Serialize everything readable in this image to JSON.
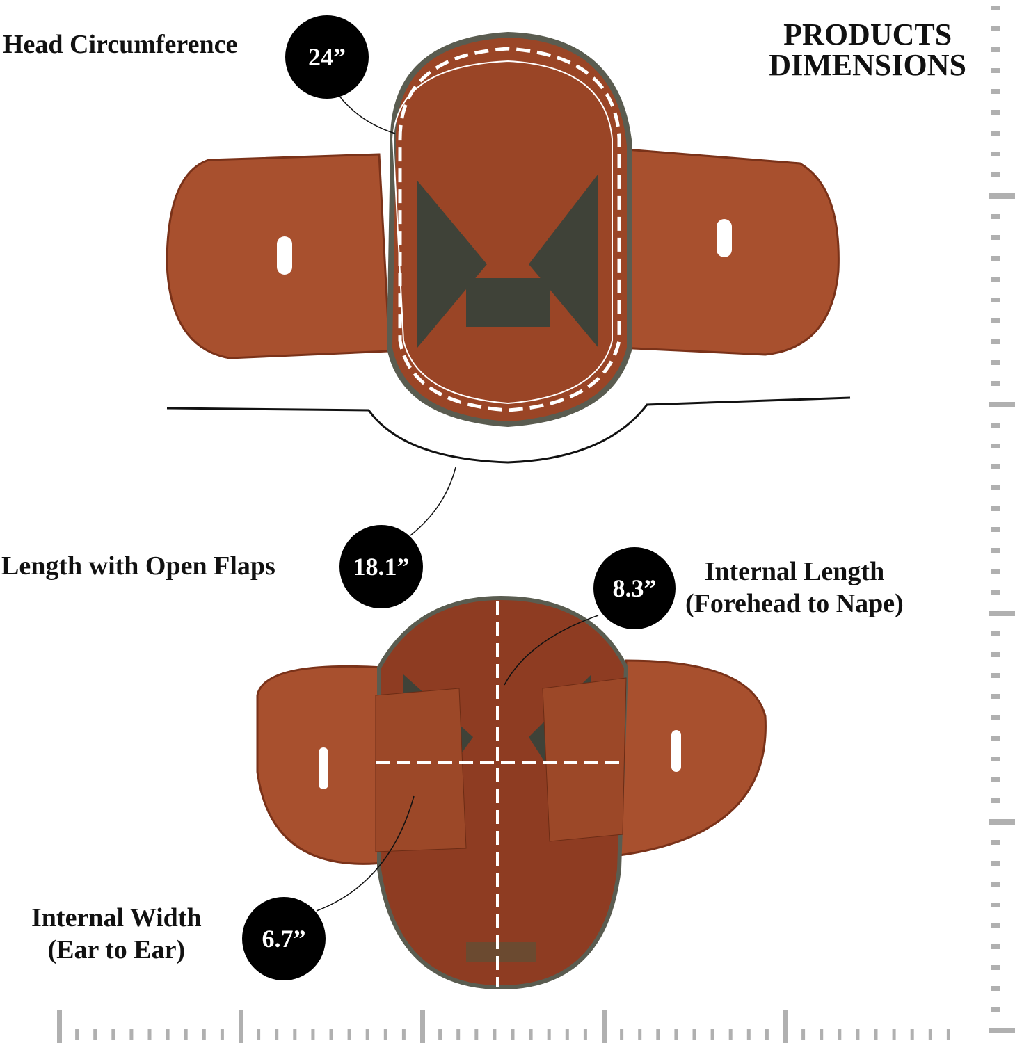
{
  "title": {
    "line1": "PRODUCTS",
    "line2": "DIMENSIONS"
  },
  "measurements": [
    {
      "label": "Head Circumference",
      "value": "24”"
    },
    {
      "label": "Length with Open Flaps",
      "value": "18.1”"
    },
    {
      "label": "Internal Length",
      "sublabel": "(Forehead to Nape)",
      "value": "8.3”"
    },
    {
      "label": "Internal Width",
      "sublabel": "(Ear to Ear)",
      "value": "6.7”"
    }
  ],
  "colors": {
    "leather": "#a8502e",
    "leather_dark": "#7a3219",
    "padding": "#3f4238",
    "ruler": "#b0b0b0"
  }
}
